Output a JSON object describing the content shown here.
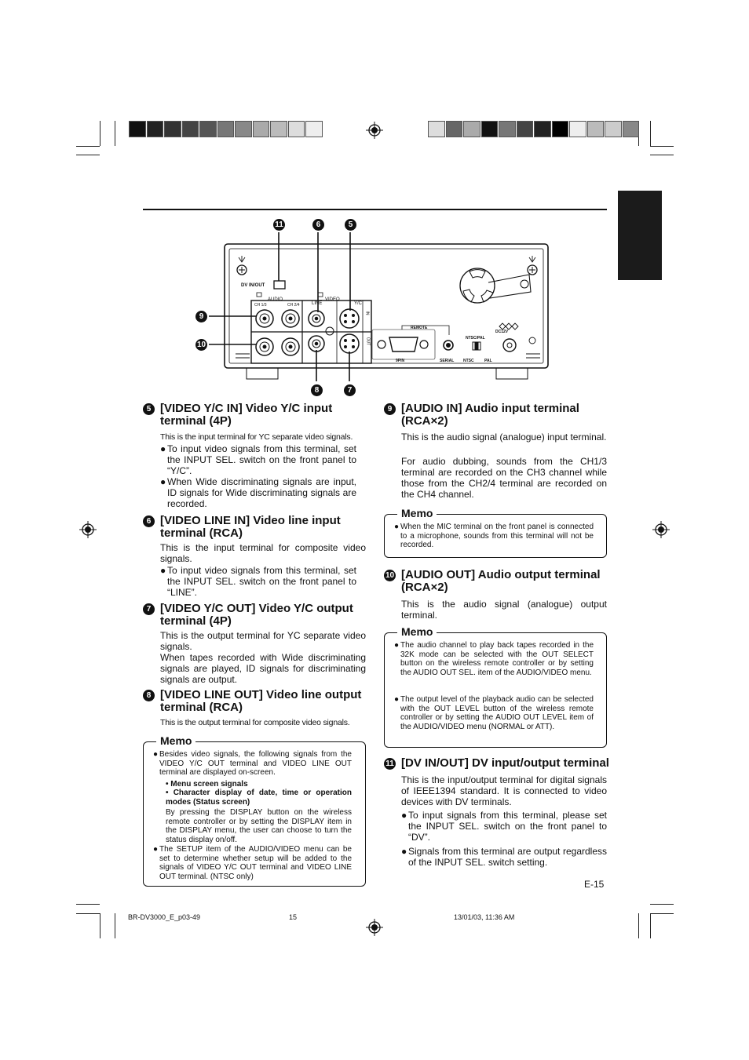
{
  "diagram": {
    "callouts": [
      "11",
      "6",
      "5",
      "9",
      "10",
      "8",
      "7"
    ],
    "labels": {
      "dv_in_out": "DV IN/OUT",
      "audio": "AUDIO",
      "ch13": "CH 1/3",
      "ch24": "CH 2/4",
      "line": "LINE",
      "video": "VIDEO",
      "yc": "Y/C",
      "in": "IN",
      "out": "OUT",
      "remote": "REMOTE",
      "ninepin": "9PIN",
      "serial": "SERIAL",
      "ntscpal": "NTSC/PAL",
      "ntsc": "NTSC",
      "pal": "PAL",
      "dc12v": "DC12V"
    }
  },
  "sections": {
    "s5": {
      "num": "5",
      "title": "[VIDEO Y/C IN] Video Y/C input terminal (4P)",
      "intro": "This is the input terminal for YC separate video signals.",
      "bullets": [
        "To input video signals from this terminal, set the INPUT SEL. switch on the front panel to “Y/C”.",
        "When Wide discriminating signals are input, ID signals for Wide discriminating signals are recorded."
      ]
    },
    "s6": {
      "num": "6",
      "title": "[VIDEO LINE IN] Video line input terminal (RCA)",
      "intro": "This is the input terminal for composite video signals.",
      "bullets": [
        "To input video signals from this terminal, set the INPUT SEL. switch on the front panel to “LINE”."
      ]
    },
    "s7": {
      "num": "7",
      "title": "[VIDEO Y/C OUT] Video Y/C output terminal (4P)",
      "p1": "This is the output terminal for YC separate video signals.",
      "p2": "When tapes recorded with Wide discriminating signals are played, ID signals for discriminating signals are output."
    },
    "s8": {
      "num": "8",
      "title": "[VIDEO LINE OUT] Video line output terminal (RCA)",
      "intro": "This is the output terminal for composite video signals."
    },
    "memo1": {
      "title": "Memo",
      "b1": "Besides video signals, the following signals from the VIDEO Y/C OUT terminal and VIDEO LINE OUT terminal are displayed on-screen.",
      "s1": "• Menu screen signals",
      "s2": "• Character display of date, time or operation modes (Status screen)",
      "s3": "By pressing the DISPLAY button on the wireless remote controller or by setting the DISPLAY item in the DISPLAY menu, the user can choose to turn the status display on/off.",
      "b2": "The SETUP item of the AUDIO/VIDEO menu can be set to determine whether setup will be added to the signals of VIDEO Y/C OUT terminal and VIDEO LINE OUT terminal. (NTSC only)"
    },
    "s9": {
      "num": "9",
      "title": "[AUDIO IN] Audio input terminal (RCA×2)",
      "p1": "This is the audio signal (analogue) input terminal.",
      "p2": "For audio dubbing, sounds from the CH1/3 terminal are recorded on the CH3 channel while those from the CH2/4 terminal are recorded on the CH4 channel."
    },
    "memo2": {
      "title": "Memo",
      "b1": "When the MIC terminal on the front panel is connected to a microphone, sounds from this terminal will not be recorded."
    },
    "s10": {
      "num": "10",
      "title": "[AUDIO OUT] Audio output terminal (RCA×2)",
      "p1": "This is the audio signal (analogue) output terminal."
    },
    "memo3": {
      "title": "Memo",
      "b1": "The audio channel to play back tapes recorded in the 32K mode can be selected with the OUT SELECT button on the wireless remote controller or by setting the AUDIO OUT SEL. item of the AUDIO/VIDEO menu.",
      "b2": "The output level of the playback audio can be selected with the OUT LEVEL button of the wireless remote controller or by setting the AUDIO OUT LEVEL item of the AUDIO/VIDEO menu (NORMAL or ATT)."
    },
    "s11": {
      "num": "11",
      "title": "[DV IN/OUT] DV input/output terminal",
      "p1": "This is the input/output terminal for digital signals of IEEE1394 standard. It is connected to video devices with DV terminals.",
      "bullets": [
        "To input signals from this terminal, please set the INPUT SEL. switch on the front panel to “DV”.",
        "Signals from this terminal are output regardless of the INPUT SEL. switch setting."
      ]
    }
  },
  "page_number": "E-15",
  "footer": {
    "file": "BR-DV3000_E_p03-49",
    "page": "15",
    "date": "13/01/03, 11:36 AM"
  },
  "bullet_glyph": "●",
  "colors": {
    "ink": "#111111",
    "tab": "#1b1b1b"
  }
}
